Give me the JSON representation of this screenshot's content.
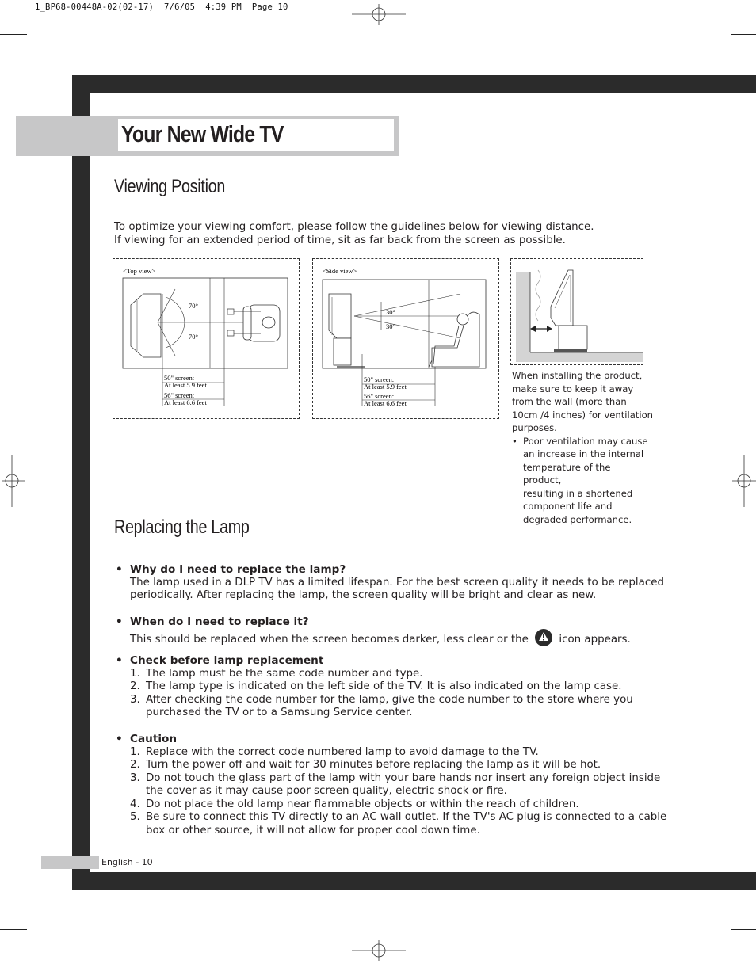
{
  "print_header": "1_BP68-00448A-02(02-17)  7/6/05  4:39 PM  Page 10",
  "page_title": "Your New Wide TV",
  "viewing": {
    "heading": "Viewing Position",
    "intro_line1": "To optimize your viewing comfort, please follow the guidelines below for viewing distance.",
    "intro_line2": "If viewing for an extended period of time, sit as far back from the screen as possible.",
    "top_view": {
      "caption": "<Top view>",
      "angle_upper": "70°",
      "angle_lower": "70°",
      "screen50_label": "50\" screen:",
      "screen50_dist": "At least 5.9 feet",
      "screen56_label": "56\" screen:",
      "screen56_dist": "At least 6.6 feet"
    },
    "side_view": {
      "caption": "<Side view>",
      "angle_upper": "30°",
      "angle_lower": "30°",
      "screen50_label": "50\" screen:",
      "screen50_dist": "At least 5.9 feet",
      "screen56_label": "56\" screen:",
      "screen56_dist": "At least 6.6 feet"
    },
    "wall_note": {
      "lines": [
        "When installing the product,",
        "make sure to keep it away",
        "from the wall (more than",
        "10cm /4 inches) for ventilation",
        "purposes."
      ],
      "bullet_lines": [
        "Poor ventilation may cause",
        "an increase in the internal",
        "temperature of the product,",
        "resulting in a shortened",
        "component life and",
        "degraded performance."
      ]
    }
  },
  "lamp": {
    "heading": "Replacing the Lamp",
    "q1": {
      "title": "Why do I need to replace the lamp?",
      "line1": "The lamp used in a DLP TV has a limited lifespan. For the best screen quality it needs to be replaced",
      "line2": "periodically. After replacing the lamp, the screen quality will be bright and clear as new."
    },
    "q2": {
      "title": "When do I need to replace it?",
      "before_icon": "This should be replaced when the screen becomes darker, less clear or the",
      "after_icon": "icon appears."
    },
    "q3": {
      "title": "Check before lamp replacement",
      "items": [
        {
          "num": "1.",
          "lines": [
            "The lamp must be the same code number and type."
          ]
        },
        {
          "num": "2.",
          "lines": [
            "The lamp type is indicated on the left side of the TV. It is also indicated on the lamp case."
          ]
        },
        {
          "num": "3.",
          "lines": [
            "After checking the code number for the lamp, give the code number to the store where you",
            "purchased the TV or to a Samsung Service center."
          ]
        }
      ]
    },
    "q4": {
      "title": "Caution",
      "items": [
        {
          "num": "1.",
          "lines": [
            "Replace with the correct code numbered lamp to avoid damage to the TV."
          ]
        },
        {
          "num": "2.",
          "lines": [
            "Turn the power off and wait for 30 minutes before replacing the lamp as it will be hot."
          ]
        },
        {
          "num": "3.",
          "lines": [
            "Do not touch the glass part of the lamp with your bare hands nor insert any foreign object inside",
            "the cover as it may cause poor screen quality, electric shock or fire."
          ]
        },
        {
          "num": "4.",
          "lines": [
            "Do not place the old lamp near flammable objects or within the reach of children."
          ]
        },
        {
          "num": "5.",
          "lines": [
            "Be sure to connect this TV directly to an AC wall outlet. If the TV's AC plug is connected to a cable",
            "box or other source, it will not allow for proper cool down time."
          ]
        }
      ]
    }
  },
  "footer": "English - 10",
  "colors": {
    "frame": "#2b2b2b",
    "band": "#c7c7c8",
    "text": "#231f20"
  }
}
